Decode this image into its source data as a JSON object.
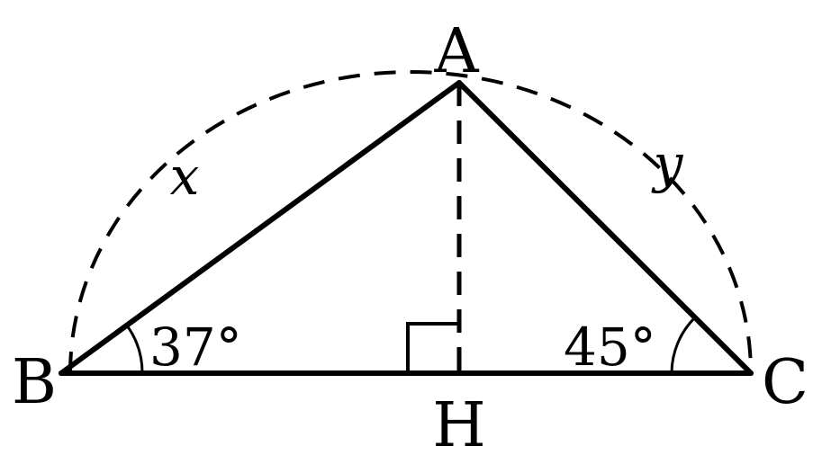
{
  "figure": {
    "vertices": {
      "a": "A",
      "b": "B",
      "c": "C",
      "h": "H"
    },
    "sides": {
      "ab": "x",
      "ac": "y"
    },
    "angles": {
      "b": "37°",
      "c": "45°"
    },
    "colors": {
      "ink": "#000000",
      "background": "#ffffff"
    }
  }
}
